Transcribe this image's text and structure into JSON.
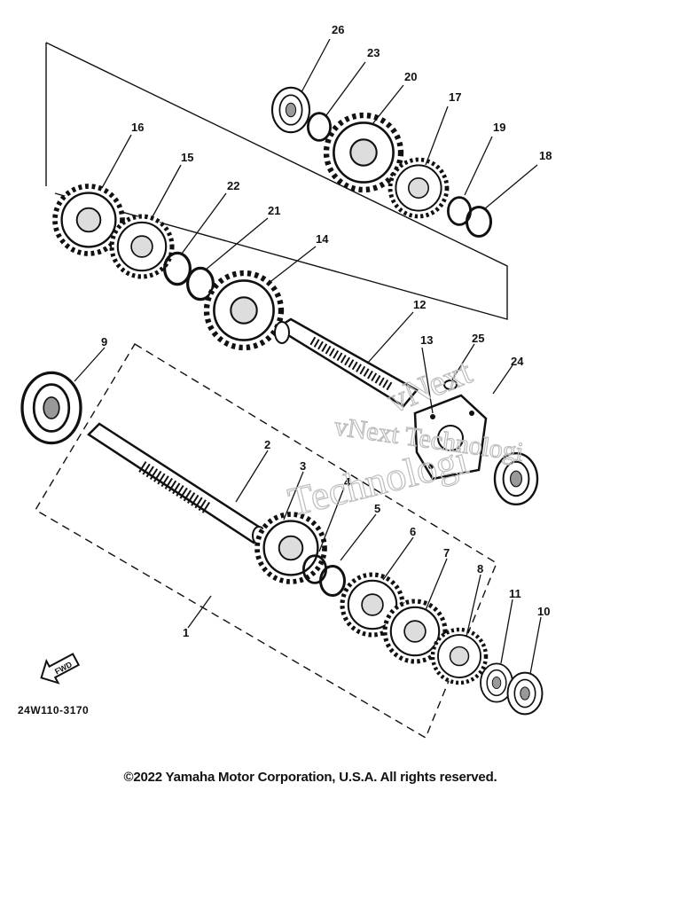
{
  "diagram": {
    "callouts": [
      "26",
      "23",
      "20",
      "17",
      "19",
      "18",
      "16",
      "15",
      "22",
      "21",
      "14",
      "12",
      "13",
      "25",
      "24",
      "9",
      "2",
      "3",
      "4",
      "5",
      "6",
      "7",
      "8",
      "11",
      "10",
      "1"
    ],
    "direction_label": "FWD",
    "drawing_code": "24W110-3170",
    "watermark": {
      "line1": "vNext",
      "line2": "vNext Technologi",
      "line3": "Technologi"
    }
  },
  "footer": {
    "copyright": "©2022 Yamaha Motor Corporation, U.S.A. All rights reserved."
  }
}
